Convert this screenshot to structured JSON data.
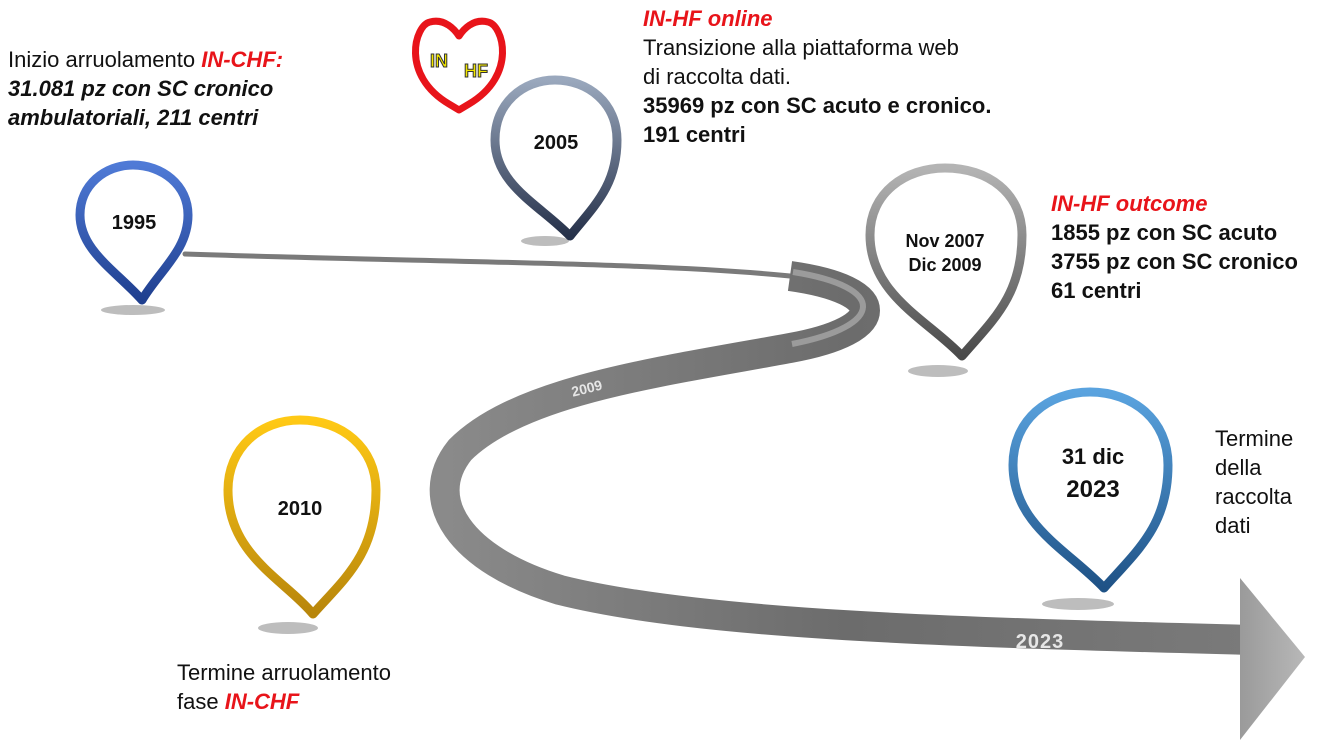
{
  "timeline": {
    "road_labels": {
      "mid": "2009",
      "end": "2023"
    },
    "milestones": [
      {
        "id": "m1995",
        "date_lines": [
          "1995"
        ]
      },
      {
        "id": "m2005",
        "date_lines": [
          "2005"
        ]
      },
      {
        "id": "m2007",
        "date_lines": [
          "Nov 2007",
          "Dic 2009"
        ]
      },
      {
        "id": "m2010",
        "date_lines": [
          "2010"
        ]
      },
      {
        "id": "m2023",
        "date_lines": [
          "31 dic",
          "2023"
        ]
      }
    ]
  },
  "logo": {
    "text_in": "IN",
    "text_hf": "HF"
  },
  "notes": {
    "n1995": {
      "prefix": "Inizio arruolamento ",
      "highlight": "IN-CHF",
      "colon": ":",
      "line2": "31.081  pz con SC cronico",
      "line3": "ambulatoriali, 211 centri"
    },
    "n2005": {
      "title": "IN-HF online",
      "line1": "Transizione alla piattaforma web",
      "line2": "di raccolta dati.",
      "line3": "35969 pz con SC acuto e cronico.",
      "line4": "191 centri"
    },
    "n2007": {
      "title": "IN-HF outcome",
      "line1": "1855 pz con SC acuto",
      "line2": "3755 pz con SC cronico",
      "line3": "61 centri"
    },
    "n2010": {
      "line1": "Termine arruolamento",
      "line2_prefix": "fase ",
      "line2_highlight": "IN-CHF"
    },
    "n2023": {
      "line1": "Termine",
      "line2": "della",
      "line3": "raccolta",
      "line4": "dati"
    }
  },
  "colors": {
    "road": "#7b7b7b",
    "arrow": "#a4a4a4",
    "pin_1995": "#3a5fb3",
    "pin_2005": "#4a5670",
    "pin_2007": "#7d7d7d",
    "pin_2010": "#e6a80c",
    "pin_2023": "#3d7fbe",
    "accent_red": "#e8141a"
  }
}
